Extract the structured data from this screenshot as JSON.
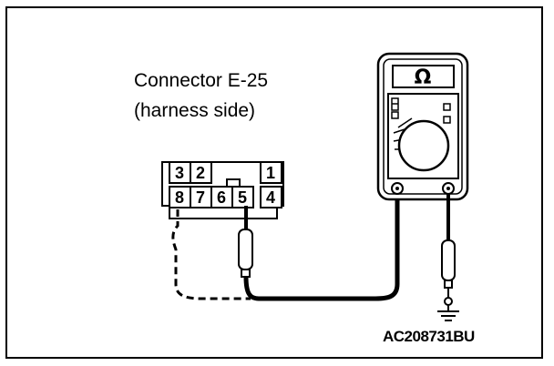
{
  "connector": {
    "title": "Connector E-25",
    "side": "(harness side)",
    "pins_top_row": [
      "3",
      "2",
      "1"
    ],
    "pins_bottom_row": [
      "8",
      "7",
      "6",
      "5",
      "4"
    ]
  },
  "meter": {
    "mode_symbol": "Ω",
    "icon": "ohmmeter-icon"
  },
  "ground_icon": "ground-icon",
  "figure_code": "AC208731BU"
}
